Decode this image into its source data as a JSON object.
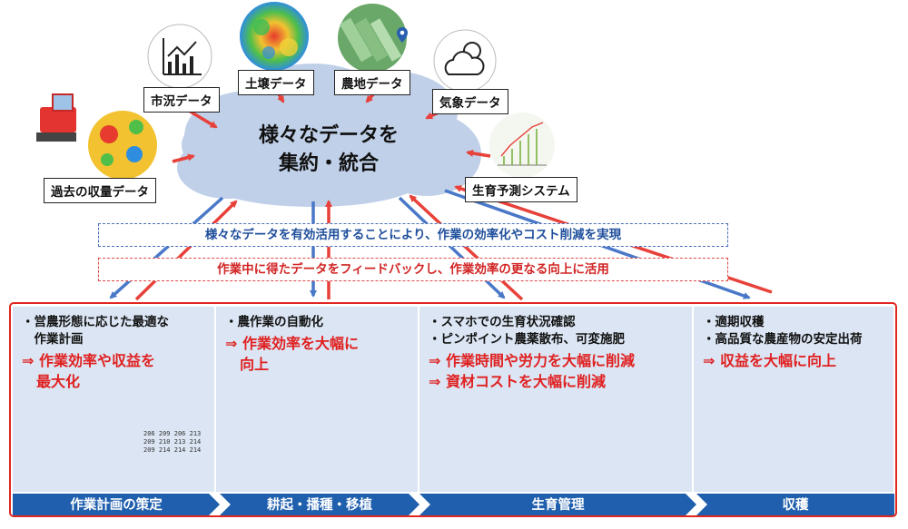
{
  "cloud": {
    "line1": "様々なデータを",
    "line2": "集約・統合"
  },
  "sources": {
    "market": "市況データ",
    "soil": "土壌データ",
    "farmland": "農地データ",
    "weather": "気象データ",
    "yield_history": "過去の収量データ",
    "growth_prediction": "生育予測システム"
  },
  "banners": {
    "utilize": "様々なデータを有効活用することにより、作業の効率化やコスト削減を実現",
    "feedback": "作業中に得たデータをフィードバックし、作業効率の更なる向上に活用"
  },
  "panels": [
    {
      "lines": [
        "・営農形態に応じた最適な",
        "　作業計画"
      ],
      "results": [
        "⇒ 作業効率や収益を",
        "　最大化"
      ]
    },
    {
      "lines": [
        "・農作業の自動化"
      ],
      "results": [
        "⇒ 作業効率を大幅に",
        "　向上"
      ]
    },
    {
      "lines": [
        "・スマホでの生育状況確認",
        "・ピンポイント農薬散布、可変施肥"
      ],
      "results": [
        "⇒ 作業時間や労力を大幅に削減",
        "⇒ 資材コストを大幅に削減"
      ]
    },
    {
      "lines": [
        "・適期収穫",
        "・高品質な農産物の安定出荷"
      ],
      "results": [
        "⇒ 収益を大幅に向上"
      ]
    }
  ],
  "stages": [
    "作業計画の策定",
    "耕起・播種・移植",
    "生育管理",
    "収穫"
  ],
  "screen_table": {
    "rows": [
      [
        "206",
        "209",
        "206",
        "213"
      ],
      [
        "209",
        "210",
        "213",
        "214"
      ],
      [
        "209",
        "214",
        "214",
        "214"
      ]
    ]
  },
  "colors": {
    "blue_arrow": "#4a78c8",
    "red_arrow": "#e8413a",
    "cloud": "#bfd0e8",
    "panel": "#dbe5f3",
    "stage": "#1f5fae"
  }
}
